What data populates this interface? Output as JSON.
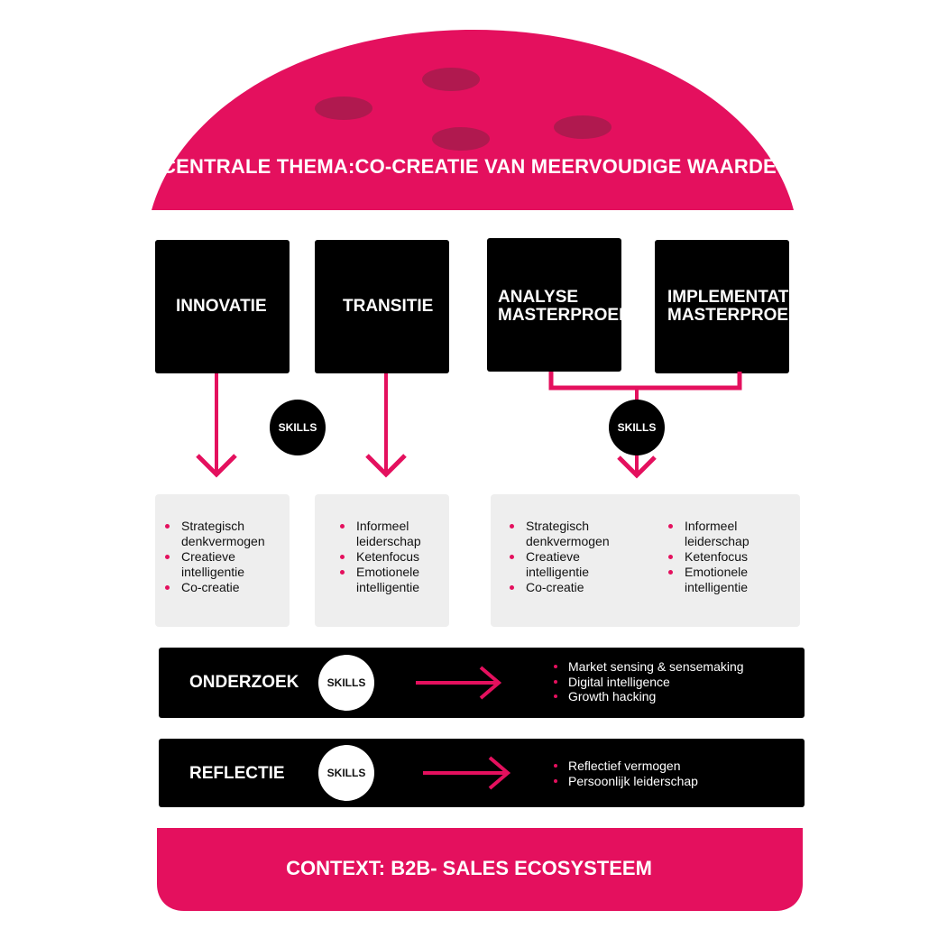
{
  "theme": "CENTRALE THEMA:CO-CREATIE VAN MEERVOUDIGE WAARDE",
  "context": "CONTEXT: B2B- SALES ECOSYSTEEM",
  "boxes": [
    {
      "line1": "INNOVATIE",
      "line2": ""
    },
    {
      "line1": "TRANSITIE",
      "line2": ""
    },
    {
      "line1": "ANALYSE",
      "line2": "MASTERPROEF"
    },
    {
      "line1": "IMPLEMENTATIE",
      "line2": "MASTERPROEF"
    }
  ],
  "skills_label": "SKILLS",
  "panel_left": [
    "Strategisch denkvermogen",
    "Creatieve intelligentie",
    "Co-creatie"
  ],
  "panel_mid": [
    "Informeel leiderschap",
    "Ketenfocus",
    "Emotionele intelligentie"
  ],
  "panel_right_a": [
    "Strategisch denkvermogen",
    "Creatieve intelligentie",
    "Co-creatie"
  ],
  "panel_right_b": [
    "Informeel leiderschap",
    "Ketenfocus",
    "Emotionele intelligentie"
  ],
  "onderzoek": {
    "title": "ONDERZOEK",
    "items": [
      "Market sensing & sensemaking",
      "Digital intelligence",
      "Growth hacking"
    ]
  },
  "reflectie": {
    "title": "REFLECTIE",
    "items": [
      "Reflectief vermogen",
      "Persoonlijk leiderschap"
    ]
  },
  "colors": {
    "accent": "#e4105e",
    "dark": "#000000",
    "panel": "#eeeeee",
    "spot": "#b0194f"
  }
}
